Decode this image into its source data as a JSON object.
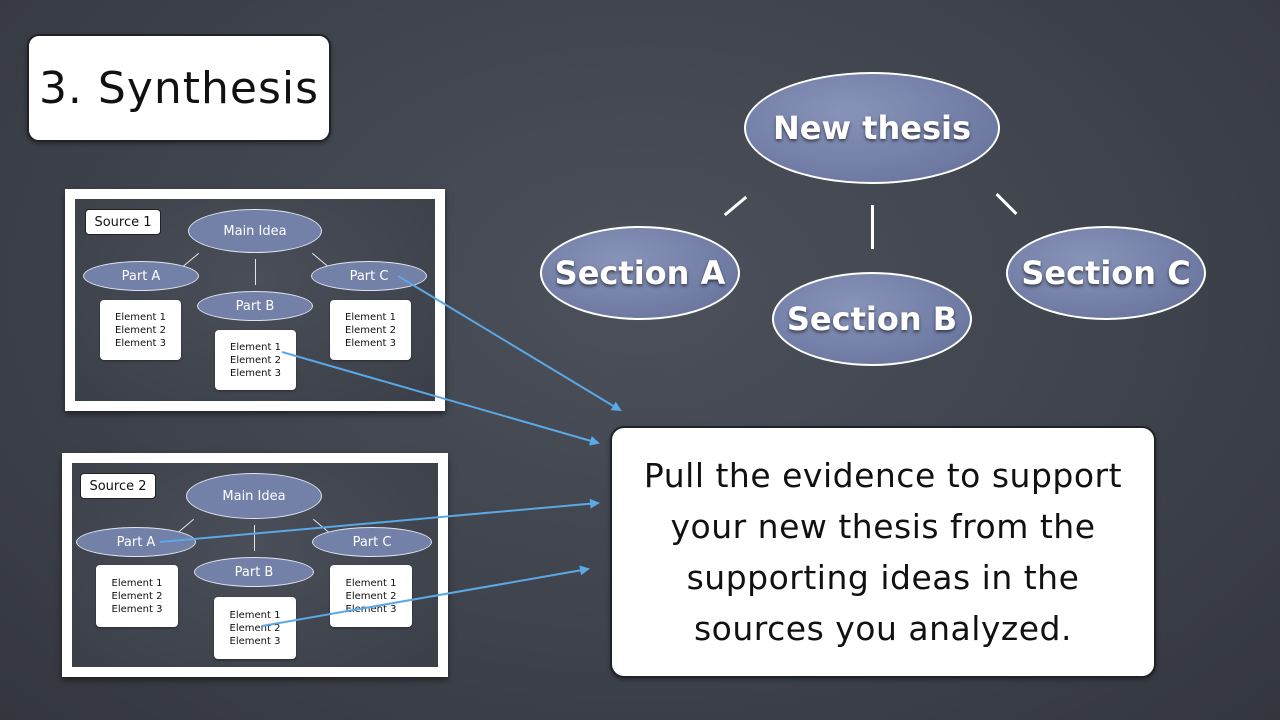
{
  "title": "3. Synthesis",
  "thesis_map": {
    "root": "New thesis",
    "sections": [
      "Section A",
      "Section B",
      "Section C"
    ]
  },
  "sources": [
    {
      "label": "Source 1",
      "main_idea": "Main Idea",
      "parts": [
        "Part A",
        "Part B",
        "Part C"
      ],
      "elements": [
        "Element 1",
        "Element 2",
        "Element 3"
      ]
    },
    {
      "label": "Source 2",
      "main_idea": "Main Idea",
      "parts": [
        "Part A",
        "Part B",
        "Part C"
      ],
      "elements": [
        "Element 1",
        "Element 2",
        "Element 3"
      ]
    }
  ],
  "caption": {
    "lines": [
      "Pull the evidence to support",
      "your new thesis from the",
      "supporting ideas in the",
      "sources you analyzed."
    ]
  },
  "colors": {
    "background": "#3f434c",
    "oval_fill": "#7380a8",
    "arrow": "#5aa8e6"
  }
}
